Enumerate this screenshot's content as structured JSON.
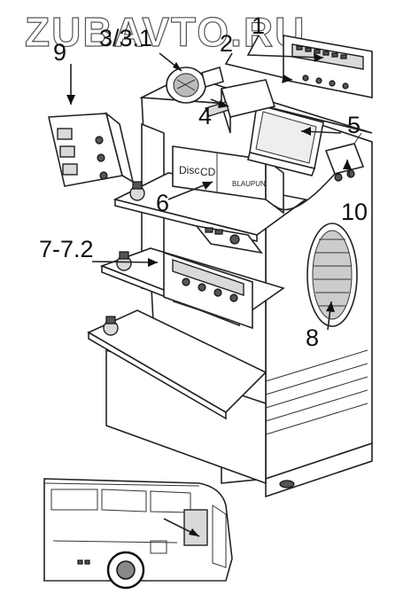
{
  "watermark": "ZUBAVTO.RU",
  "callouts": {
    "c1": "1",
    "c2": "2",
    "c3": "3/3.1",
    "c4": "4",
    "c5": "5",
    "c6": "6",
    "c7": "7-7.2",
    "c8": "8",
    "c9": "9",
    "c10": "10"
  },
  "device_labels": {
    "disc": "Disc",
    "cd": "CD",
    "brand": "BLAUPUNKT"
  }
}
